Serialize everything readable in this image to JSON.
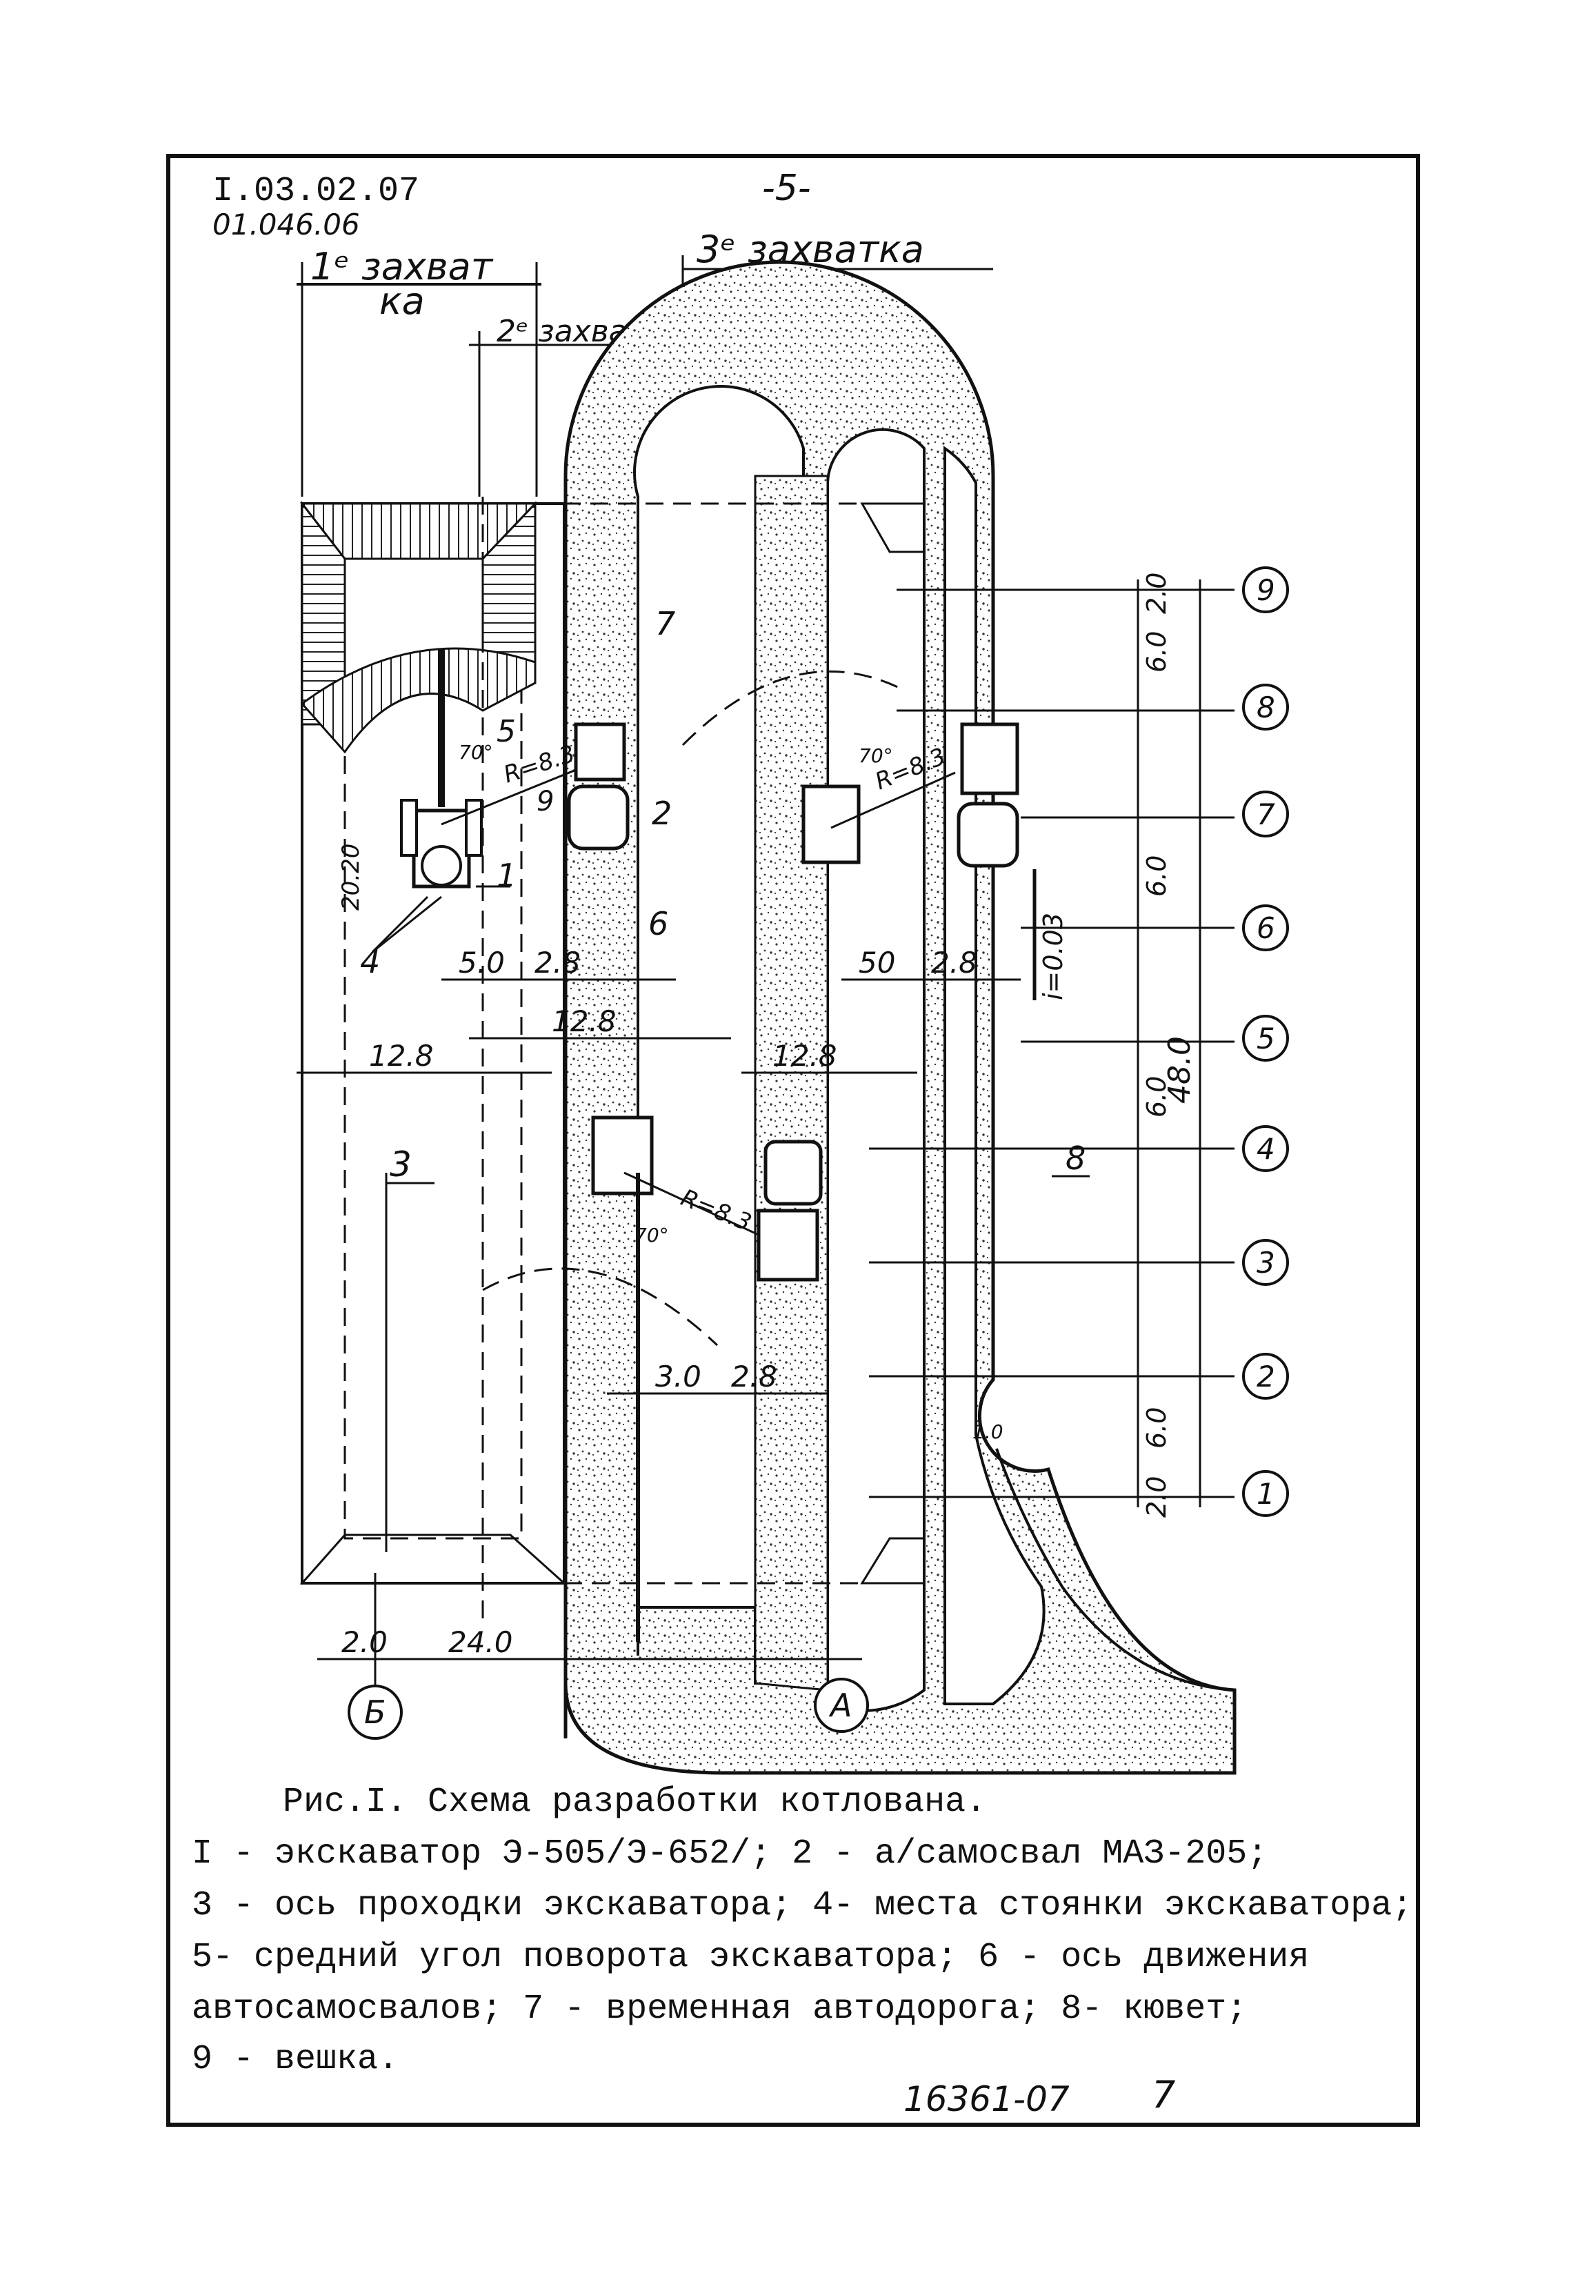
{
  "header": {
    "doc_code": "I.03.02.07",
    "doc_subcode": "01.046.06",
    "page_number": "-5-"
  },
  "zones": {
    "zone1_line1": "1ᵉ захват",
    "zone1_line2": "ка",
    "zone2": "2ᵉ захватка",
    "zone3": "3ᵉ захватка"
  },
  "axes": {
    "row_labels": [
      "1",
      "2",
      "3",
      "4",
      "5",
      "6",
      "7",
      "8",
      "9"
    ],
    "col_labels": [
      "Б",
      "А"
    ]
  },
  "dimensions": {
    "d_2_0_top": "2.0",
    "d_6_0_a": "6.0",
    "d_6_0_b": "6.0",
    "d_6_0_c": "6.0",
    "d_6_0_d": "6.0",
    "d_2_0_bottom": "2.0",
    "d_48_0": "48.0",
    "slope": "i=0.03",
    "d_5_0": "5.0",
    "d_2_8_a": "2.8",
    "d_12_8_a": "12.8",
    "d_12_8_b": "12.8",
    "d_12_8_c": "12.8",
    "d_50": "50",
    "d_2_8_b": "2.8",
    "d_3_0": "3.0",
    "d_2_8_c": "2.8",
    "d_20_20": "20.20",
    "d_2_0_left": "2.0",
    "d_24_0": "24.0",
    "d_r1": "R=8.3",
    "d_r2": "R=8.3",
    "d_r3": "R=8.3",
    "angle1": "70°",
    "angle2": "70°",
    "angle3": "70°",
    "ditch_w": "1.0"
  },
  "callouts": [
    "1",
    "2",
    "3",
    "4",
    "5",
    "6",
    "7",
    "8",
    "9"
  ],
  "caption": {
    "title": "Рис.I. Схема разработки котлована.",
    "lines": [
      "I - экскаватор Э-505/Э-652/; 2 - а/самосвал МАЗ-205;",
      "3 - ось проходки экскаватора; 4- места стоянки экскаватора;",
      "5- средний угол поворота экскаватора; 6 - ось движения",
      "автосамосвалов; 7 - временная автодорога; 8- кювет;",
      "9 - вешка."
    ]
  },
  "footer": {
    "sheet_code": "16361-07",
    "sheet_num": "7"
  }
}
